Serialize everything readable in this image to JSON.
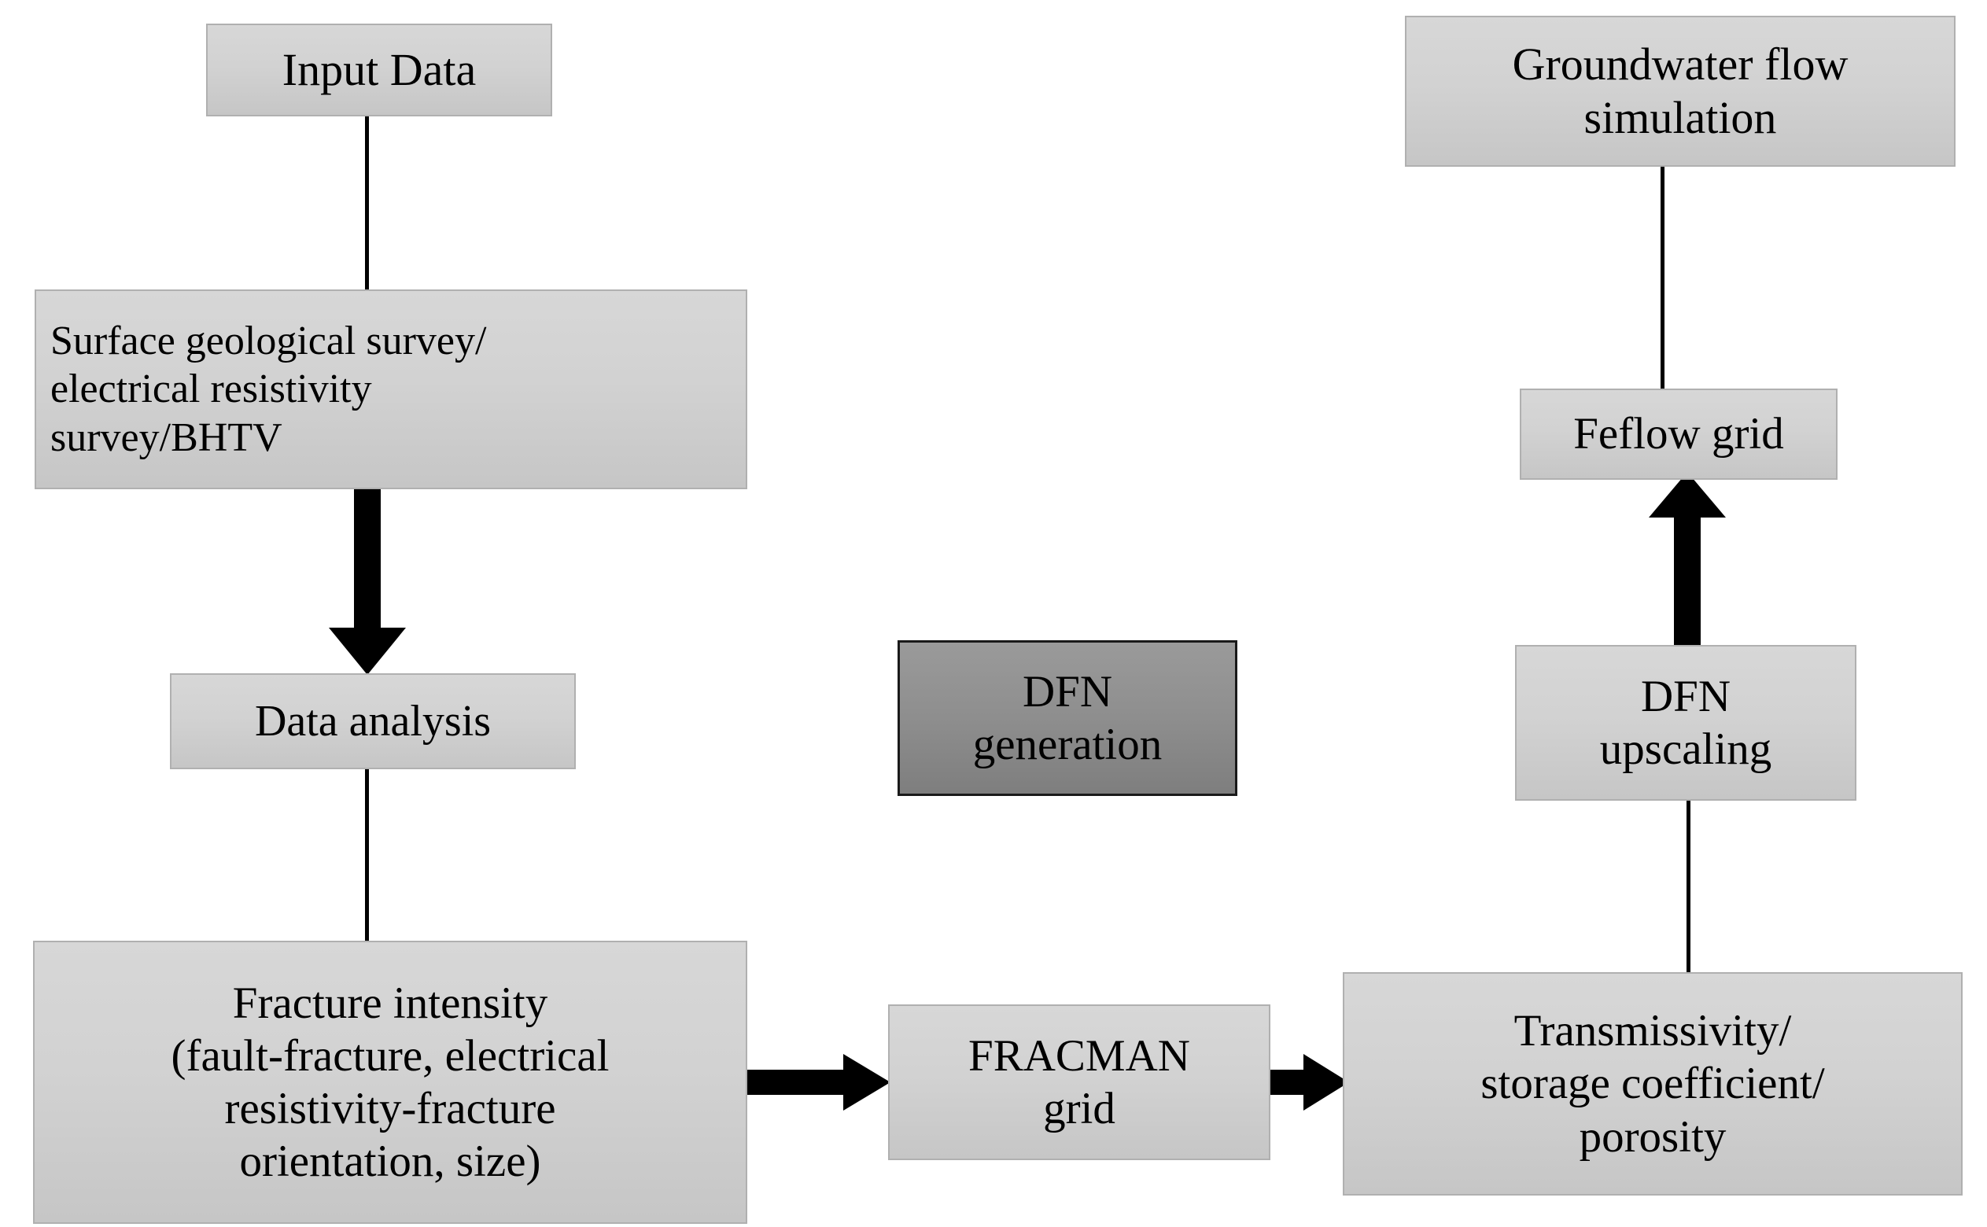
{
  "diagram": {
    "title": "DFN modelling workflow flowchart",
    "background_color": "#ffffff",
    "box_fill_light": "#d2d2d2",
    "box_fill_dark": "#8e8e8e",
    "box_border_light": "#b0b0b0",
    "box_border_dark": "#1a1a1a",
    "arrow_color": "#000000"
  },
  "nodes": {
    "input_data": {
      "label": "Input Data"
    },
    "surface_survey": {
      "label": "Surface geological survey/\nelectrical resistivity\nsurvey/BHTV"
    },
    "data_analysis": {
      "label": "Data analysis"
    },
    "fracture_intensity": {
      "label": "Fracture intensity\n(fault-fracture, electrical\nresistivity-fracture\norientation, size)"
    },
    "dfn_generation": {
      "label": "DFN\ngeneration"
    },
    "fracman_grid": {
      "label": "FRACMAN\ngrid"
    },
    "transmissivity": {
      "label": "Transmissivity/\nstorage coefficient/\nporosity"
    },
    "dfn_upscaling": {
      "label": "DFN\nupscaling"
    },
    "feflow_grid": {
      "label": "Feflow grid"
    },
    "groundwater_simulation": {
      "label": "Groundwater flow\nsimulation"
    }
  },
  "connectors": [
    {
      "name": "input-data-to-surface-survey",
      "type": "thin-line",
      "orientation": "vertical"
    },
    {
      "name": "surface-survey-to-data-analysis",
      "type": "block-arrow",
      "orientation": "down"
    },
    {
      "name": "data-analysis-to-fracture-intensity",
      "type": "thin-line",
      "orientation": "vertical"
    },
    {
      "name": "fracture-intensity-to-fracman-grid",
      "type": "block-arrow",
      "orientation": "right"
    },
    {
      "name": "fracman-grid-to-transmissivity",
      "type": "block-arrow",
      "orientation": "right"
    },
    {
      "name": "transmissivity-to-dfn-upscaling",
      "type": "thin-line",
      "orientation": "vertical"
    },
    {
      "name": "dfn-upscaling-to-feflow-grid",
      "type": "block-arrow",
      "orientation": "up"
    },
    {
      "name": "feflow-grid-to-groundwater-simulation",
      "type": "thin-line",
      "orientation": "vertical"
    }
  ]
}
